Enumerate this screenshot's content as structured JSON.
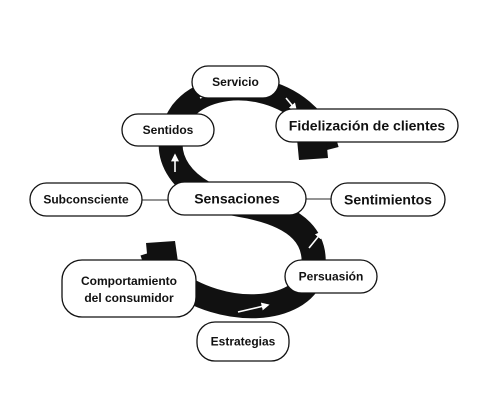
{
  "nodes": {
    "servicio": "Servicio",
    "sentidos": "Sentidos",
    "fidelizacion": "Fidelización de clientes",
    "subconsciente": "Subconsciente",
    "sensaciones": "Sensaciones",
    "sentimientos": "Sentimientos",
    "comportamiento_line1": "Comportamiento",
    "comportamiento_line2": "del consumidor",
    "persuasion": "Persuasión",
    "estrategias": "Estrategias"
  },
  "colors": {
    "road": "#111111",
    "arrow": "#ffffff",
    "node_fill": "#ffffff",
    "node_border": "#111111"
  }
}
